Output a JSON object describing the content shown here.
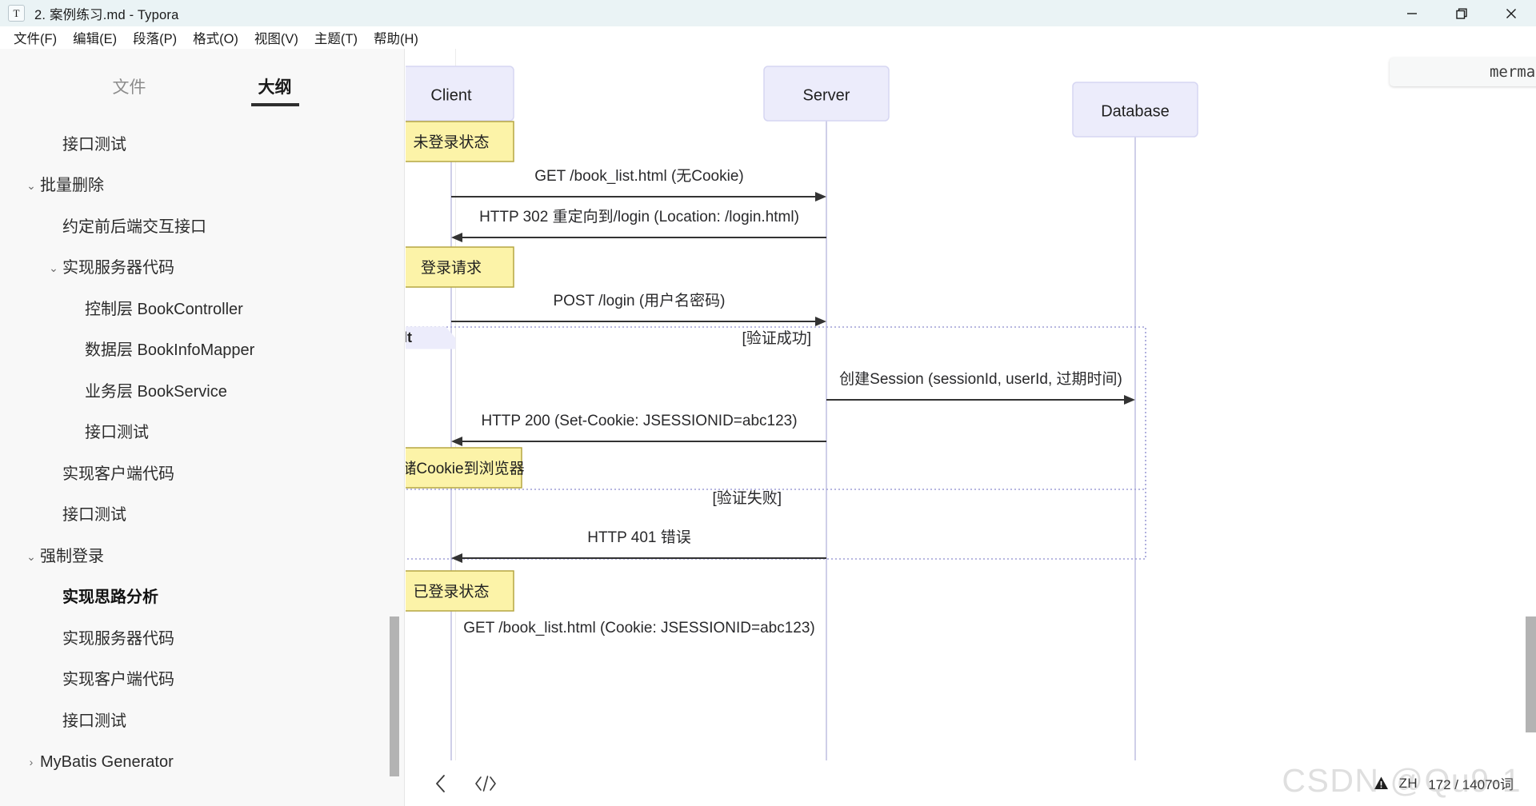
{
  "window": {
    "app_icon_letter": "T",
    "title": "2. 案例练习.md - Typora",
    "controls": {
      "minimize": "minimize-button",
      "restore": "restore-button",
      "close": "close-button"
    }
  },
  "menubar": {
    "items": [
      {
        "label": "文件(F)"
      },
      {
        "label": "编辑(E)"
      },
      {
        "label": "段落(P)"
      },
      {
        "label": "格式(O)"
      },
      {
        "label": "视图(V)"
      },
      {
        "label": "主题(T)"
      },
      {
        "label": "帮助(H)"
      }
    ]
  },
  "sidebar": {
    "tabs": [
      {
        "label": "文件",
        "active": false
      },
      {
        "label": "大纲",
        "active": true
      }
    ],
    "outline": [
      {
        "label": "接口测试",
        "level": 1,
        "caret": "",
        "bold": false
      },
      {
        "label": "批量删除",
        "level": 0,
        "caret": "v",
        "bold": false
      },
      {
        "label": "约定前后端交互接口",
        "level": 1,
        "caret": "",
        "bold": false
      },
      {
        "label": "实现服务器代码",
        "level": 1,
        "caret": "v",
        "bold": false
      },
      {
        "label": "控制层 BookController",
        "level": 2,
        "caret": "",
        "bold": false
      },
      {
        "label": "数据层 BookInfoMapper",
        "level": 2,
        "caret": "",
        "bold": false
      },
      {
        "label": "业务层 BookService",
        "level": 2,
        "caret": "",
        "bold": false
      },
      {
        "label": "接口测试",
        "level": 2,
        "caret": "",
        "bold": false
      },
      {
        "label": "实现客户端代码",
        "level": 1,
        "caret": "",
        "bold": false
      },
      {
        "label": "接口测试",
        "level": 1,
        "caret": "",
        "bold": false
      },
      {
        "label": "强制登录",
        "level": 0,
        "caret": "v",
        "bold": false
      },
      {
        "label": "实现思路分析",
        "level": 1,
        "caret": "",
        "bold": true
      },
      {
        "label": "实现服务器代码",
        "level": 1,
        "caret": "",
        "bold": false
      },
      {
        "label": "实现客户端代码",
        "level": 1,
        "caret": "",
        "bold": false
      },
      {
        "label": "接口测试",
        "level": 1,
        "caret": "",
        "bold": false
      },
      {
        "label": "MyBatis Generator",
        "level": 0,
        "caret": ">",
        "bold": false
      }
    ]
  },
  "editor": {
    "code_block_language": "mermaid",
    "diagram": {
      "type": "sequence",
      "participants": [
        "Client",
        "Server",
        "Database"
      ],
      "notes": [
        {
          "text": "未登录状态",
          "over": "Client"
        },
        {
          "text": "登录请求",
          "over": "Client"
        },
        {
          "text": "存储Cookie到浏览器",
          "over": "Client"
        },
        {
          "text": "已登录状态",
          "over": "Client"
        }
      ],
      "messages": [
        {
          "text": "GET /book_list.html (无Cookie)",
          "from": "Client",
          "to": "Server",
          "direction": "right"
        },
        {
          "text": "HTTP 302 重定向到/login (Location: /login.html)",
          "from": "Server",
          "to": "Client",
          "direction": "left"
        },
        {
          "text": "POST /login (用户名密码)",
          "from": "Client",
          "to": "Server",
          "direction": "right"
        },
        {
          "text": "创建Session (sessionId, userId, 过期时间)",
          "from": "Server",
          "to": "Database",
          "direction": "right"
        },
        {
          "text": "HTTP 200 (Set-Cookie: JSESSIONID=abc123)",
          "from": "Server",
          "to": "Client",
          "direction": "left"
        },
        {
          "text": "HTTP 401 错误",
          "from": "Server",
          "to": "Client",
          "direction": "left"
        },
        {
          "text": "GET /book_list.html (Cookie: JSESSIONID=abc123)",
          "from": "Client",
          "to": "Server",
          "direction": "right"
        }
      ],
      "alt_block": {
        "label": "alt",
        "branches": [
          "[验证成功]",
          "[验证失败]"
        ]
      }
    },
    "bottom_bar": {
      "collapse_icon": "chevron-left-icon",
      "source_code_icon": "code-brackets-icon",
      "warning_icon": "warning-triangle-icon",
      "language": "ZH",
      "word_count": "172 / 14070词"
    },
    "watermark": "CSDN @Qu9-1"
  }
}
